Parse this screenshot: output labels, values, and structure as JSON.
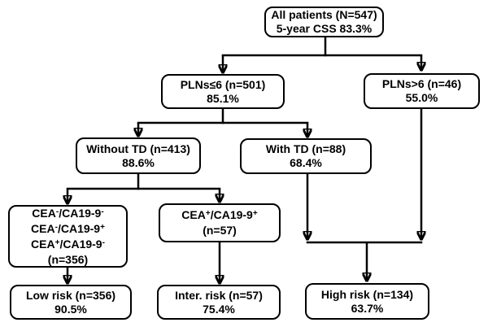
{
  "figure": {
    "background": "#ffffff",
    "line_color": "#000000",
    "box_fill": "#ffffff",
    "box_border": "#000000"
  },
  "nodes": {
    "all_patients": {
      "line1": "All patients (N=547)",
      "line2": "5-year CSS 83.3%"
    },
    "plns_le6": {
      "line1": "PLNs≤6 (n=501)",
      "line2": "85.1%"
    },
    "plns_gt6": {
      "line1": "PLNs>6 (n=46)",
      "line2": "55.0%"
    },
    "without_td": {
      "line1": "Without TD (n=413)",
      "line2": "88.6%"
    },
    "with_td": {
      "line1": "With TD (n=88)",
      "line2": "68.4%"
    },
    "cea_mixed": {
      "lines": [
        {
          "base1": "CEA",
          "sup1": "-",
          "base2": "/CA19-9",
          "sup2": "-"
        },
        {
          "base1": "CEA",
          "sup1": "-",
          "base2": "/CA19-9",
          "sup2": "+"
        },
        {
          "base1": "CEA",
          "sup1": "+",
          "base2": "/CA19-9",
          "sup2": "-"
        }
      ],
      "count": "(n=356)"
    },
    "cea_double_pos": {
      "base1": "CEA",
      "sup1": "+",
      "base2": "/CA19-9",
      "sup2": "+",
      "count": "(n=57)"
    },
    "low_risk": {
      "line1": "Low risk (n=356)",
      "line2": "90.5%"
    },
    "inter_risk": {
      "line1": "Inter. risk (n=57)",
      "line2": "75.4%"
    },
    "high_risk": {
      "line1": "High risk (n=134)",
      "line2": "63.7%"
    }
  },
  "edges": [
    {
      "from": "all_patients",
      "to": "plns_le6"
    },
    {
      "from": "all_patients",
      "to": "plns_gt6"
    },
    {
      "from": "plns_le6",
      "to": "without_td"
    },
    {
      "from": "plns_le6",
      "to": "with_td"
    },
    {
      "from": "without_td",
      "to": "cea_mixed"
    },
    {
      "from": "without_td",
      "to": "cea_double_pos"
    },
    {
      "from": "cea_mixed",
      "to": "low_risk"
    },
    {
      "from": "cea_double_pos",
      "to": "inter_risk"
    },
    {
      "from": "with_td",
      "to": "high_risk"
    },
    {
      "from": "plns_gt6",
      "to": "high_risk"
    }
  ]
}
